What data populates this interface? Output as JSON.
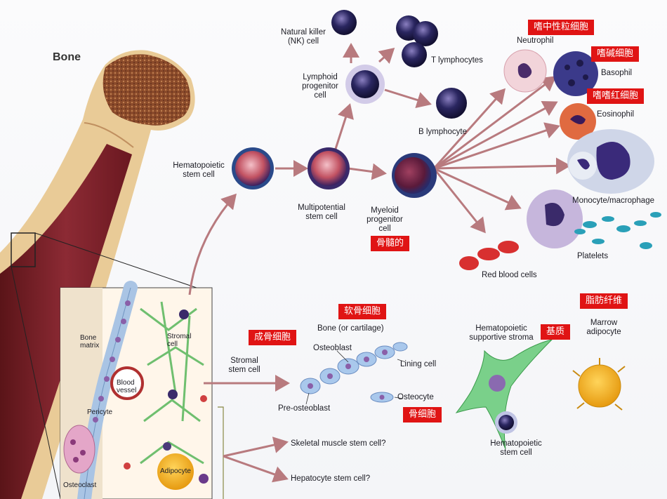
{
  "title": "Bone",
  "cells": {
    "hsc": "Hematopoietic\nstem cell",
    "multipotent": "Multipotential\nstem cell",
    "lymphoid": "Lymphoid\nprogenitor\ncell",
    "myeloid": "Myeloid\nprogenitor\ncell",
    "nk": "Natural killer\n(NK) cell",
    "t": "T lymphocytes",
    "b": "B lymphocyte",
    "neutrophil": "Neutrophil",
    "basophil": "Basophil",
    "eosinophil": "Eosinophil",
    "monocyte": "Monocyte/macrophage",
    "platelets": "Platelets",
    "rbc": "Red blood cells",
    "stromal_stem": "Stromal\nstem cell",
    "bone_cartilage": "Bone (or cartilage)",
    "osteoblast": "Osteoblast",
    "lining": "Lining cell",
    "pre_osteoblast": "Pre-osteoblast",
    "osteocyte": "Osteocyte",
    "hss": "Hematopoietic\nsupportive stroma",
    "hsc2": "Hematopoietic\nstem cell",
    "marrow_adipocyte": "Marrow\nadipocyte",
    "skeletal": "Skeletal muscle stem cell?",
    "hepatocyte": "Hepatocyte stem cell?"
  },
  "inset": {
    "bone_matrix": "Bone\nmatrix",
    "stromal_cell": "Stromal\ncell",
    "blood_vessel": "Blood\nvessel",
    "pericyte": "Pericyte",
    "osteoclast": "Osteoclast",
    "adipocyte": "Adipocyte"
  },
  "tags": {
    "neutrophil": "嗜中性粒细胞",
    "basophil": "嗜碱细胞",
    "eosinophil": "嗜嗜红细胞",
    "myeloid": "骨髓的",
    "cartilage": "软骨细胞",
    "osteoblast": "成骨细胞",
    "osteocyte": "骨细胞",
    "stroma": "基质",
    "adipocyte": "脂肪纤维"
  },
  "colors": {
    "tag": "#e01414",
    "arrow": "#b87a7e",
    "cell": "#9a2440"
  }
}
